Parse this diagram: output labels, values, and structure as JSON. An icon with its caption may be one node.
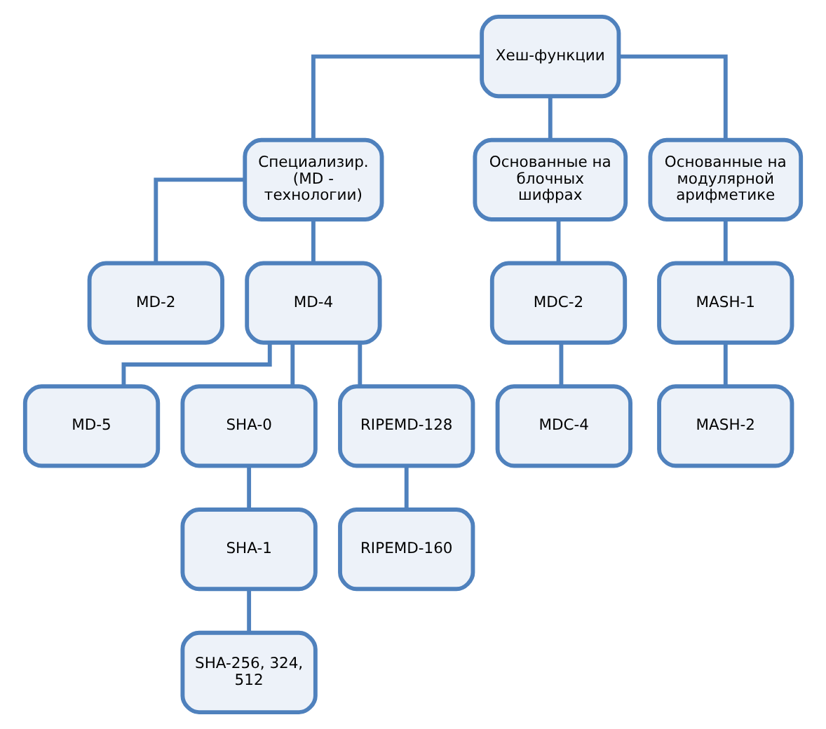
{
  "diagram": {
    "nodes": [
      {
        "text": [
          "Хеш-функции"
        ]
      },
      {
        "text": [
          "Специализир. (MD - технологии)"
        ]
      },
      {
        "text": [
          "Основанные на блочных шифрах"
        ]
      },
      {
        "text": [
          "Основанные на модулярной арифметике"
        ]
      },
      {
        "text": [
          "MD-2"
        ]
      },
      {
        "text": [
          "MD-4"
        ]
      },
      {
        "text": [
          "MDC-2"
        ]
      },
      {
        "text": [
          "MASH-1"
        ]
      },
      {
        "text": [
          "MD-5"
        ]
      },
      {
        "text": [
          "SHA-0"
        ]
      },
      {
        "text": [
          "RIPEMD-128"
        ]
      },
      {
        "text": [
          "MDC-4"
        ]
      },
      {
        "text": [
          "MASH-2"
        ]
      },
      {
        "text": [
          "SHA-1"
        ]
      },
      {
        "text": [
          "RIPEMD-160"
        ]
      },
      {
        "text": [
          "SHA-256, 324, 512"
        ]
      }
    ],
    "edges": [
      {
        "from": 0,
        "to": 1,
        "arrow": "none"
      },
      {
        "from": 0,
        "to": 2,
        "arrow": "none"
      },
      {
        "from": 0,
        "to": 3,
        "arrow": "none"
      },
      {
        "from": 1,
        "to": 4,
        "arrow": "none"
      },
      {
        "from": 1,
        "to": 5,
        "arrow": "none"
      },
      {
        "from": 2,
        "to": 6,
        "arrow": "none"
      },
      {
        "from": 3,
        "to": 7,
        "arrow": "none"
      },
      {
        "from": 5,
        "to": 8,
        "arrow": "none"
      },
      {
        "from": 5,
        "to": 9,
        "arrow": "none"
      },
      {
        "from": 5,
        "to": 10,
        "arrow": "none"
      },
      {
        "from": 6,
        "to": 11,
        "arrow": "none"
      },
      {
        "from": 7,
        "to": 12,
        "arrow": "none"
      },
      {
        "from": 9,
        "to": 13,
        "arrow": "none"
      },
      {
        "from": 10,
        "to": 14,
        "arrow": "none"
      },
      {
        "from": 13,
        "to": 15,
        "arrow": "none"
      }
    ]
  }
}
